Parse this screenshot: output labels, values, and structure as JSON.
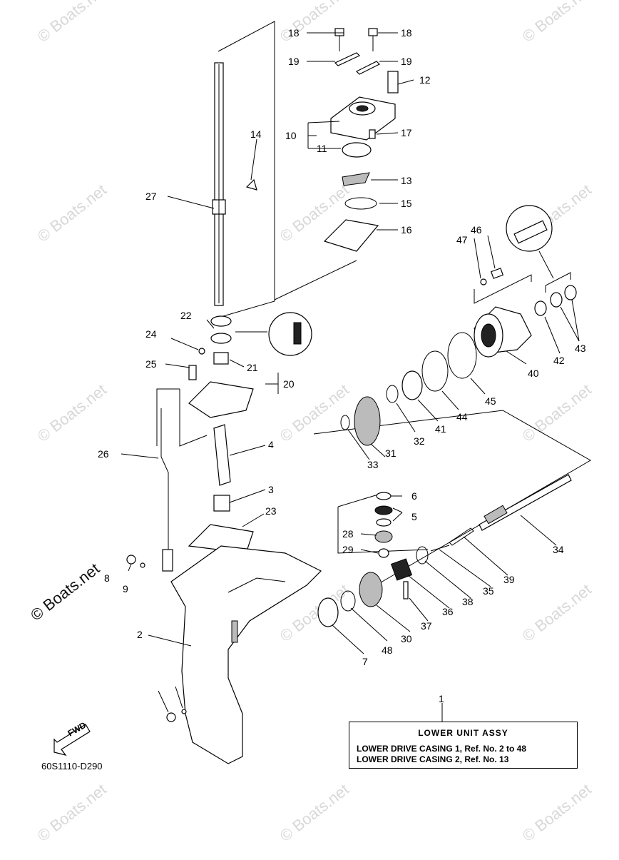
{
  "diagram": {
    "code": "60S1110-D290",
    "copyright": "© Boats.net",
    "watermark": "© Boats.net",
    "fwd": "FWD",
    "legend": {
      "title": "LOWER UNIT ASSY",
      "line1": "LOWER DRIVE CASING 1, Ref. No. 2 to 48",
      "line2": "LOWER DRIVE CASING 2, Ref. No. 13"
    },
    "labels": [
      "1",
      "2",
      "3",
      "4",
      "5",
      "6",
      "7",
      "8",
      "9",
      "10",
      "11",
      "12",
      "13",
      "14",
      "15",
      "16",
      "17",
      "18",
      "19",
      "20",
      "21",
      "22",
      "23",
      "24",
      "25",
      "26",
      "27",
      "28",
      "29",
      "30",
      "31",
      "32",
      "33",
      "34",
      "35",
      "36",
      "37",
      "38",
      "39",
      "40",
      "41",
      "42",
      "43",
      "44",
      "45",
      "46",
      "47",
      "48"
    ]
  }
}
